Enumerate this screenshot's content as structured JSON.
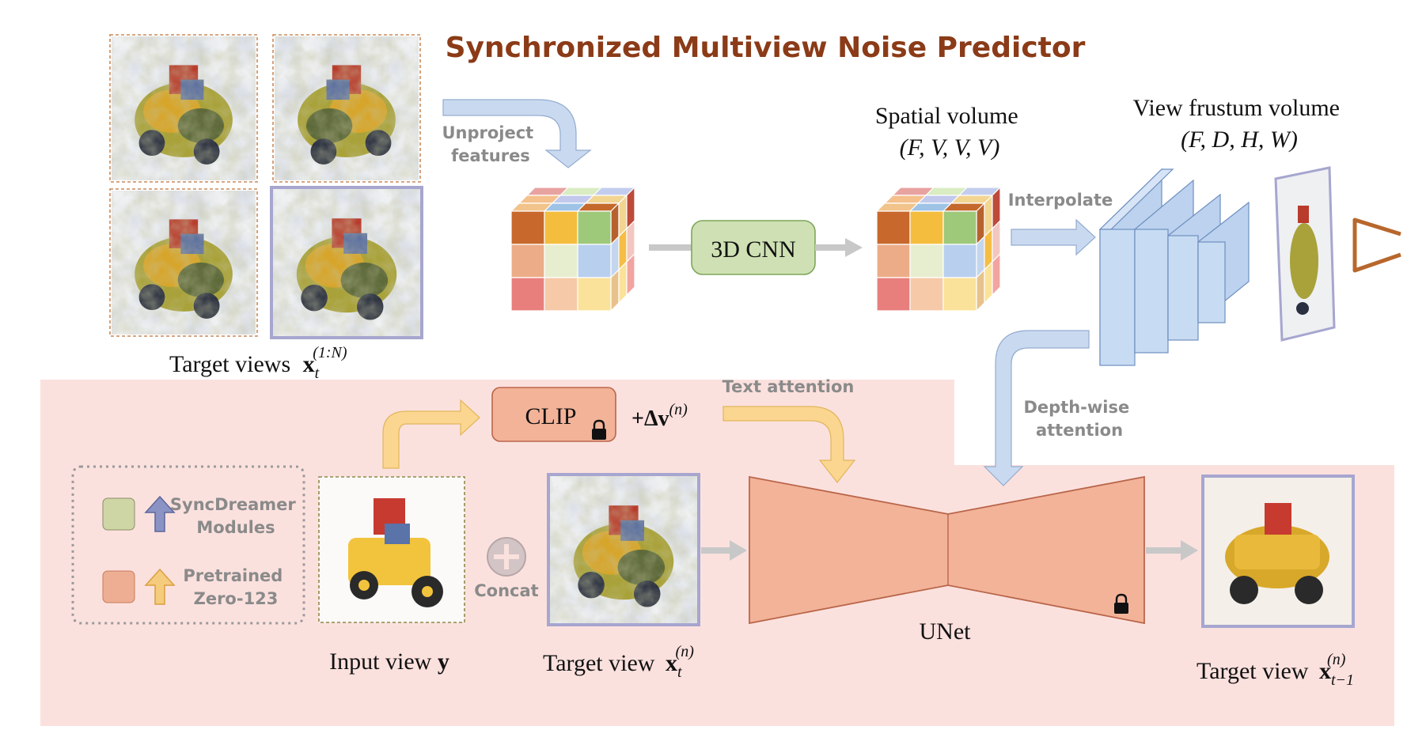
{
  "title": "Synchronized Multiview Noise Predictor",
  "labels": {
    "unproject": [
      "Unproject",
      "features"
    ],
    "cnn": "3D CNN",
    "spatial_volume": [
      "Spatial volume",
      "(F, V, V, V)"
    ],
    "interpolate": "Interpolate",
    "frustum_volume": [
      "View frustum volume",
      "(F, D, H, W)"
    ],
    "target_views": "Target views",
    "target_views_math": {
      "sym": "x",
      "sub": "t",
      "sup": "(1:N)"
    },
    "clip": "CLIP",
    "delta_v": {
      "text": "+Δv",
      "sup": "(n)"
    },
    "text_attention": "Text attention",
    "depth_attention": [
      "Depth-wise",
      "attention"
    ],
    "concat": "Concat",
    "unet": "UNet",
    "input_view": "Input view",
    "input_view_sym": "y",
    "target_view_in": {
      "text": "Target view",
      "sym": "x",
      "sub": "t",
      "sup": "(n)"
    },
    "target_view_out": {
      "text": "Target view",
      "sym": "x",
      "sub": "t−1",
      "sup": "(n)"
    }
  },
  "legend": {
    "items": [
      {
        "label": [
          "SyncDreamer",
          "Modules"
        ],
        "swatch": "#cfd6a6",
        "arrow": "#8b93c4"
      },
      {
        "label": [
          "Pretrained",
          "Zero-123"
        ],
        "swatch": "#eeae93",
        "arrow": "#f5cb7d"
      }
    ]
  },
  "colors": {
    "title": "#8b3b17",
    "panel": "#fbe1de",
    "orange_block": "#f3b399",
    "green_block": "#cfe1b4",
    "blue_arrow": "#c9daf0",
    "yellow_arrow": "#fbd690",
    "frustum": "#bcd2ef",
    "image_border": "#a6a6cf"
  },
  "cube_colors": {
    "front": [
      "#c8682c",
      "#f4bd3e",
      "#9ec87a",
      "#ecac87",
      "#e7eecf",
      "#b9cfee",
      "#e87f7d",
      "#f6c9a8",
      "#fbe29a"
    ],
    "top": [
      "#e8a3a0",
      "#d9ecc2",
      "#c2cdee",
      "#f4c08c",
      "#c2c9ec",
      "#f1d591",
      "#f2c38a",
      "#9ec3e6",
      "#c4692b"
    ],
    "side": [
      "#b7622e",
      "#f1d591",
      "#bd4a3a",
      "#c4d5ee",
      "#f5bd44",
      "#f2c7c0",
      "#e7c28d",
      "#fbe29a",
      "#f2a4a0"
    ]
  }
}
